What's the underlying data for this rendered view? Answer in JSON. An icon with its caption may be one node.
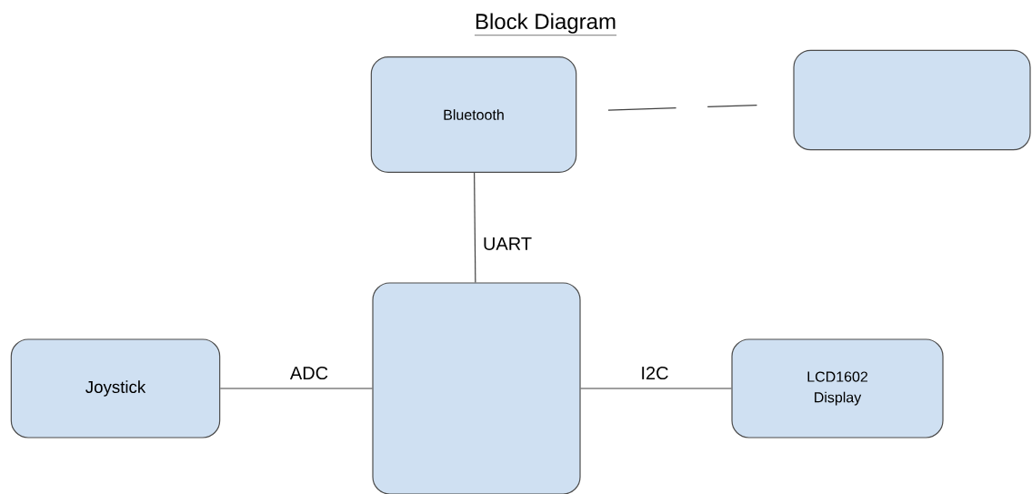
{
  "diagram": {
    "title": "Block Diagram",
    "nodes": [
      {
        "text": [
          "Bluetooth"
        ]
      },
      {
        "text": [],
        "shape": "box"
      },
      {
        "text": [
          "Joystick"
        ]
      },
      {
        "text": [],
        "shape": "box"
      },
      {
        "text": [
          "LCD1602 Display"
        ]
      }
    ],
    "edges": [
      {
        "from": 0,
        "to": 1,
        "arrow": "none",
        "style": "dashed"
      },
      {
        "from": 0,
        "to": 3,
        "arrow": "none",
        "label": "UART"
      },
      {
        "from": 2,
        "to": 3,
        "arrow": "none",
        "label": "ADC"
      },
      {
        "from": 3,
        "to": 4,
        "arrow": "none",
        "label": "I2C"
      }
    ]
  }
}
